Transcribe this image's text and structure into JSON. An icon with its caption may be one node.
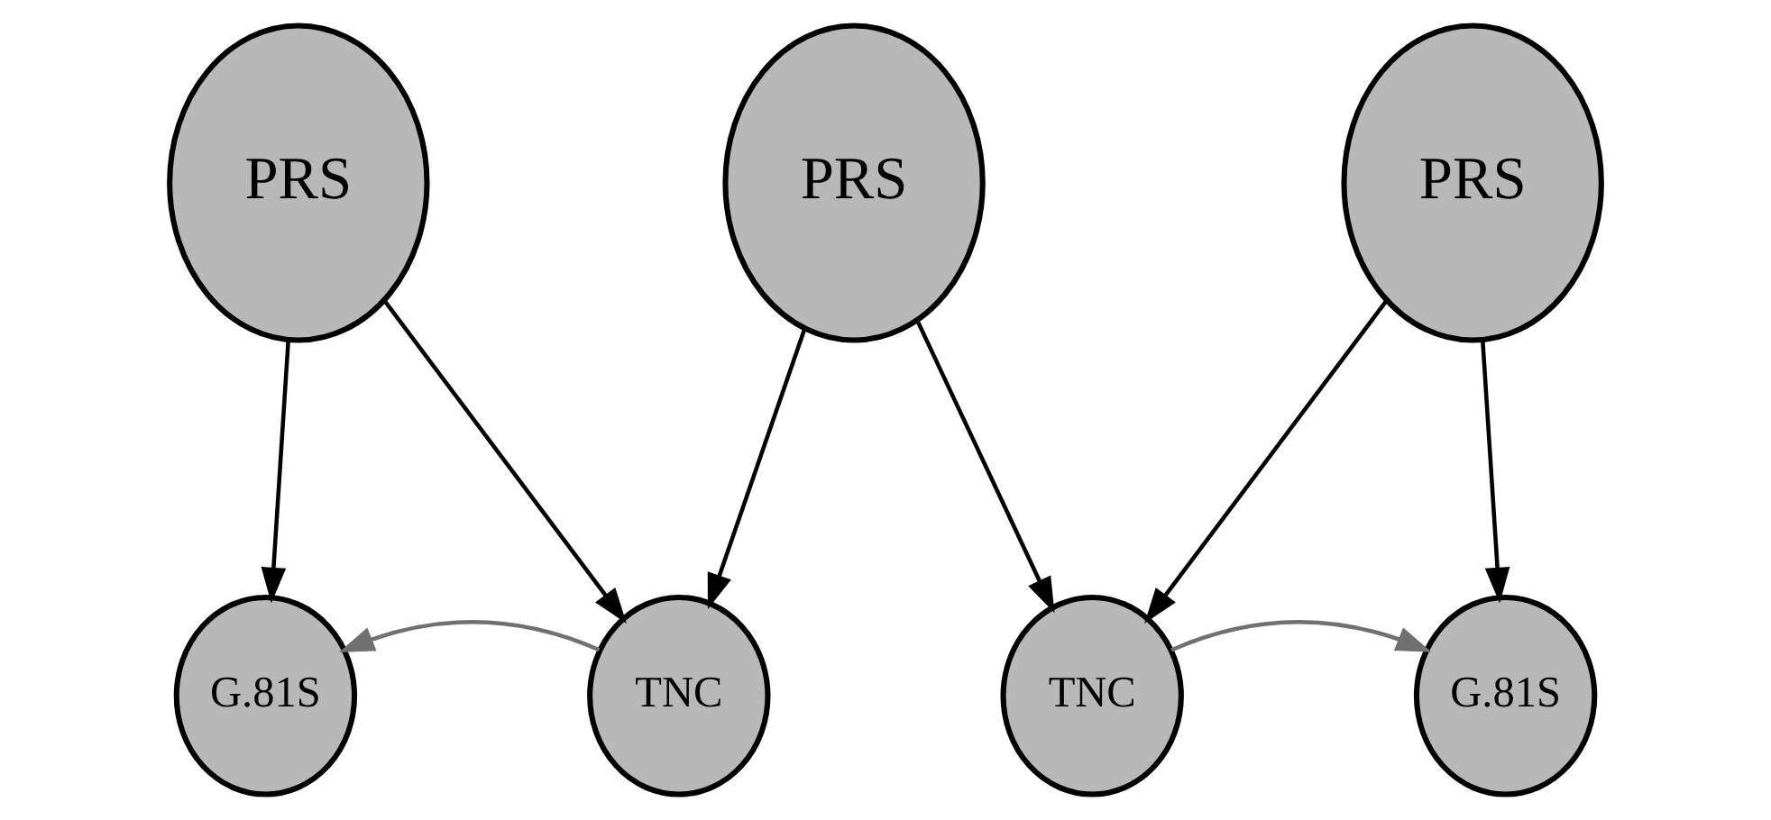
{
  "diagram": {
    "nodes": [
      {
        "text": [
          "PRS"
        ]
      },
      {
        "text": [
          "PRS"
        ]
      },
      {
        "text": [
          "PRS"
        ]
      },
      {
        "text": [
          "G.81S"
        ]
      },
      {
        "text": [
          "TNC"
        ]
      },
      {
        "text": [
          "TNC"
        ]
      },
      {
        "text": [
          "G.81S"
        ]
      }
    ],
    "edges": [
      {
        "from": 0,
        "to": 3,
        "arrow": "to"
      },
      {
        "from": 0,
        "to": 4,
        "arrow": "to"
      },
      {
        "from": 1,
        "to": 4,
        "arrow": "to"
      },
      {
        "from": 1,
        "to": 5,
        "arrow": "to"
      },
      {
        "from": 2,
        "to": 5,
        "arrow": "to"
      },
      {
        "from": 2,
        "to": 6,
        "arrow": "to"
      },
      {
        "from": 4,
        "to": 3,
        "arrow": "to",
        "color": "#707070"
      },
      {
        "from": 5,
        "to": 6,
        "arrow": "to",
        "color": "#707070"
      }
    ]
  }
}
